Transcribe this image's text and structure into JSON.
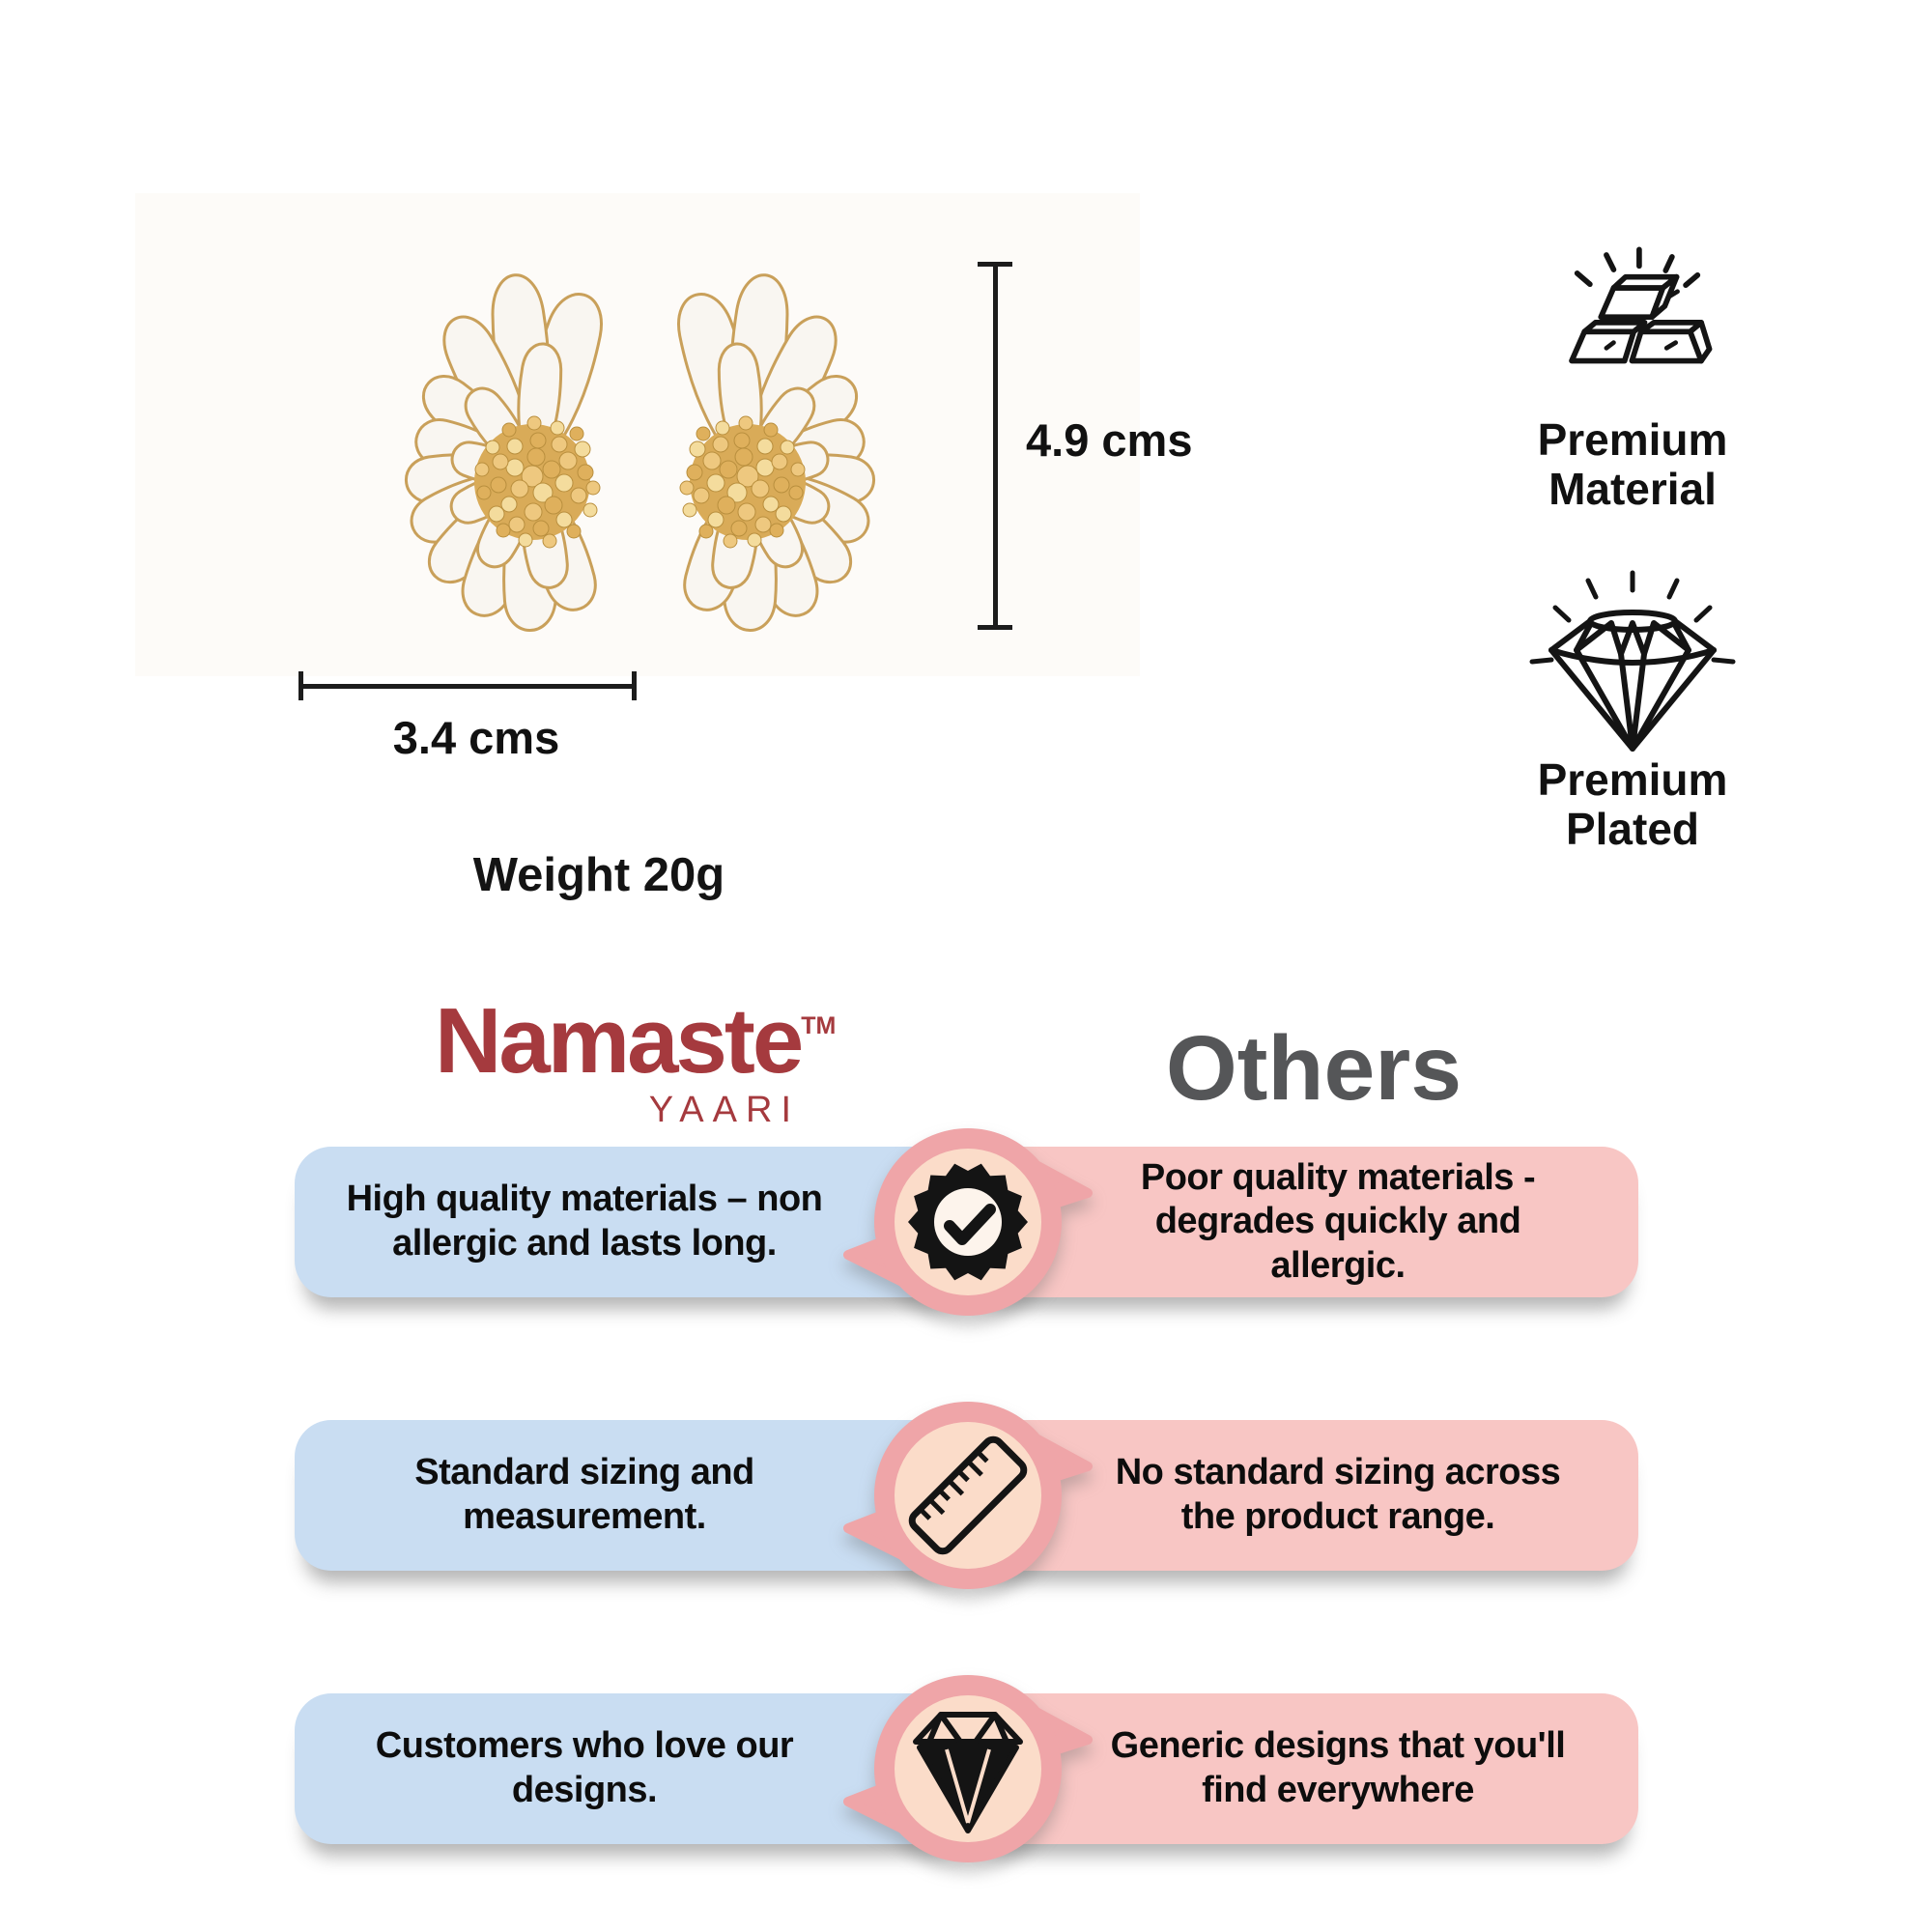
{
  "product_specs": {
    "height": "4.9 cms",
    "width": "3.4 cms",
    "weight": "Weight 20g"
  },
  "features": [
    {
      "icon": "gold-bars-icon",
      "label": "Premium Material"
    },
    {
      "icon": "diamond-outline-icon",
      "label": "Premium Plated"
    }
  ],
  "comparison": {
    "brand": {
      "name": "Namaste",
      "trademark": "TM",
      "subtitle": "YAARI"
    },
    "competitor_heading": "Others",
    "rows": [
      {
        "icon": "badge-check-icon",
        "ours": "High quality materials – non allergic and lasts long.",
        "theirs": "Poor quality materials - degrades quickly and allergic."
      },
      {
        "icon": "ruler-icon",
        "ours": "Standard sizing and measurement.",
        "theirs": "No standard sizing across the product range."
      },
      {
        "icon": "diamond-icon",
        "ours": "Customers who love our designs.",
        "theirs": "Generic designs that you'll find everywhere"
      }
    ]
  },
  "colors": {
    "brand_red": "#a53a3e",
    "others_gray": "#555658",
    "ours_pill_blue": "#c9ddf2",
    "theirs_pill_pink": "#f8c6c4",
    "medallion_ring_pink": "#efa5a8",
    "medallion_inner_peach": "#fbdcc9",
    "icon_black": "#141414",
    "gold": "#d9ab58",
    "petal_white": "#f9f6f1",
    "petal_gold_edge": "#c9a05a"
  }
}
